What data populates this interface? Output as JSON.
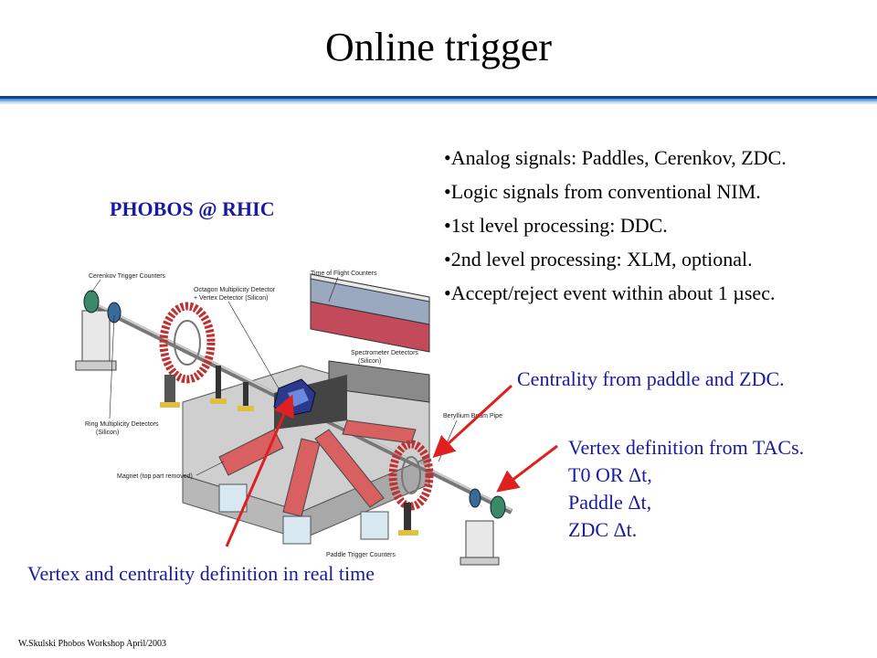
{
  "title": "Online trigger",
  "subtitle": "PHOBOS @ RHIC",
  "bullets": [
    "Analog signals: Paddles, Cerenkov, ZDC.",
    "Logic signals from conventional NIM.",
    "1st level processing: DDC.",
    "2nd level processing: XLM, optional.",
    "Accept/reject event within about 1 µsec."
  ],
  "centrality_note": "Centrality from paddle and ZDC.",
  "vertex_note": {
    "heading": "Vertex definition from TACs.",
    "lines": [
      "T0 OR Δt,",
      "Paddle Δt,",
      "ZDC Δt."
    ]
  },
  "realtime_note": "Vertex and centrality definition in real time",
  "footer": "W.Skulski   Phobos Workshop April/2003",
  "diagram_labels": {
    "cerenkov": "Cerenkov Trigger Counters",
    "tof": "Time of Flight Counters",
    "octagon_1": "Octagon Multiplicity Detector",
    "octagon_2": "+ Vertex Detector (Silicon)",
    "spectrometer_1": "Spectrometer Detectors",
    "spectrometer_2": "(Silicon)",
    "ring_1": "Ring Multiplicity Detectors",
    "ring_2": "(Silicon)",
    "beryllium": "Beryllium Beam Pipe",
    "magnet": "Magnet (top part removed)",
    "paddle": "Paddle Trigger Counters"
  },
  "colors": {
    "accent": "#1a1aa0",
    "arrow": "#e02020",
    "rule_dark": "#1c3f8c",
    "rule_mid": "#5a9bd0",
    "rule_light": "#c9e3f5"
  }
}
